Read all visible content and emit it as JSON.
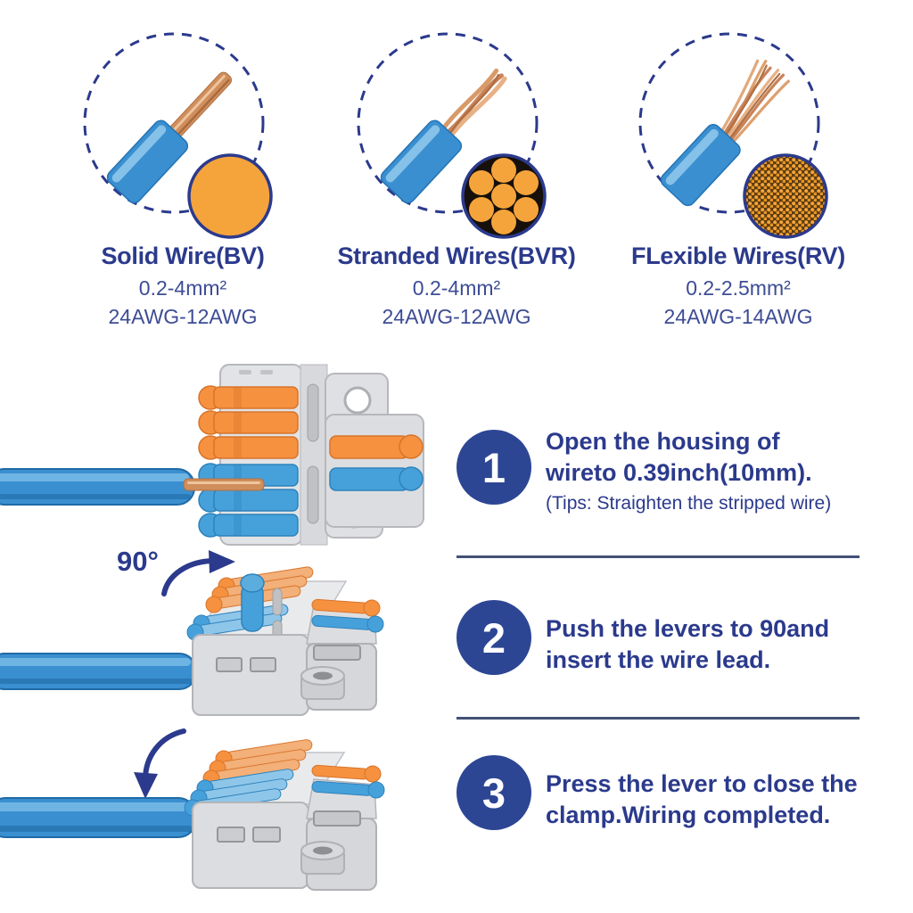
{
  "palette": {
    "text_navy": "#2b3a8c",
    "subtext_navy": "#3d4c95",
    "step_navy": "#2d4694",
    "divider_navy": "#445177",
    "lever_orange": "#f6913f",
    "lever_blue": "#46a1db",
    "wire_blue": "#3a8fd0",
    "copper": "#cf8e5c",
    "connector_gray": "#dcdde0",
    "cross_section_orange": "#f5a43c"
  },
  "wire_types": [
    {
      "title": "Solid Wire(BV)",
      "size": "0.2-4mm²",
      "awg": "24AWG-12AWG",
      "cross_section": "solid-orange-core"
    },
    {
      "title": "Stranded Wires(BVR)",
      "size": "0.2-4mm²",
      "awg": "24AWG-12AWG",
      "cross_section": "seven-strand-core"
    },
    {
      "title": "FLexible Wires(RV)",
      "size": "0.2-2.5mm²",
      "awg": "24AWG-14AWG",
      "cross_section": "fine-strand-core"
    }
  ],
  "rotation_label": "90°",
  "steps": [
    {
      "number": "1",
      "line1": "Open the housing of",
      "line2": "wireto 0.39inch(10mm).",
      "tip": "(Tips: Straighten the stripped wire)"
    },
    {
      "number": "2",
      "line1": "Push the levers to 90and",
      "line2": "insert the wire lead.",
      "tip": ""
    },
    {
      "number": "3",
      "line1": "Press the lever to close the",
      "line2": "clamp.Wiring completed.",
      "tip": ""
    }
  ]
}
